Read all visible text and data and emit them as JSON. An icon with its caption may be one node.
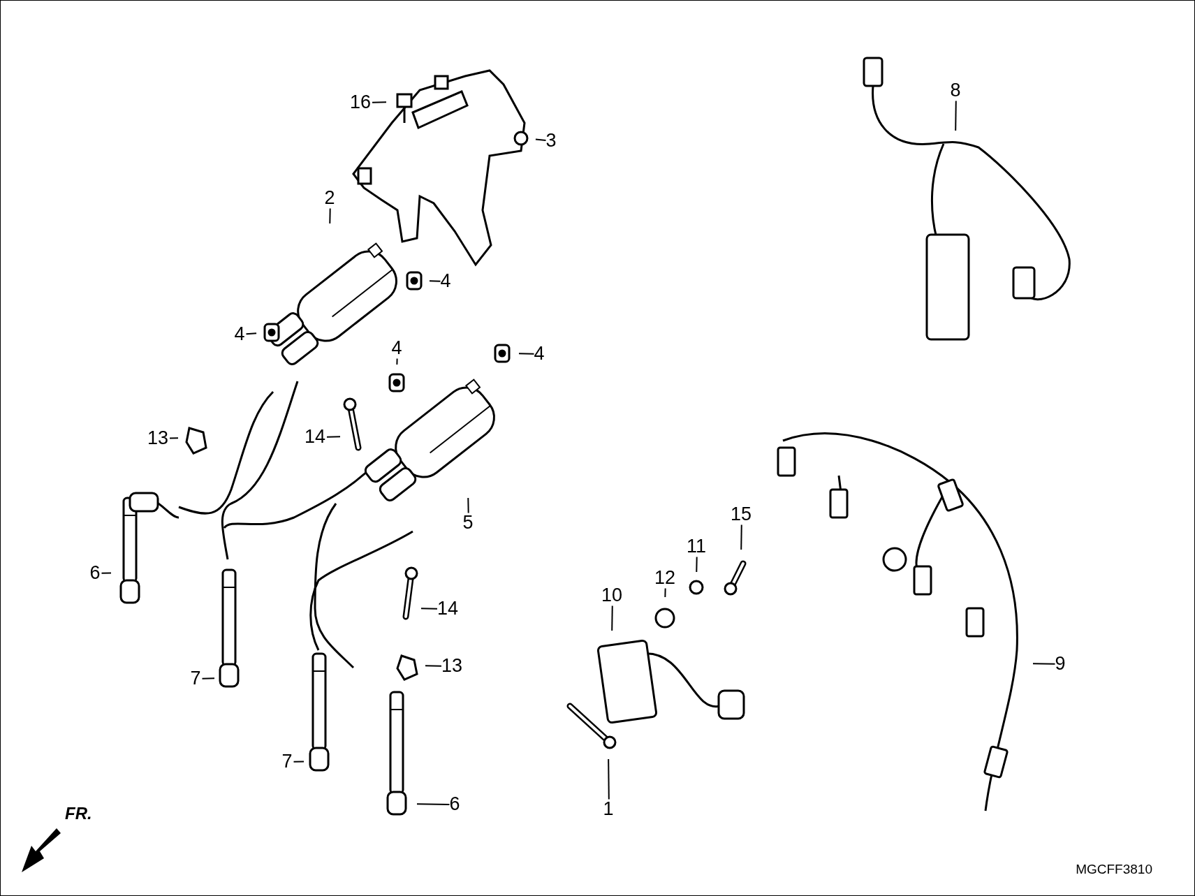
{
  "diagram": {
    "nodes": [
      {
        "text": [
          "8"
        ]
      },
      {
        "text": [
          "16"
        ]
      },
      {
        "text": [
          "3"
        ]
      },
      {
        "text": [
          "2"
        ]
      },
      {
        "text": [
          "4"
        ]
      },
      {
        "text": [
          "4"
        ]
      },
      {
        "text": [
          "4"
        ]
      },
      {
        "text": [
          "4"
        ]
      },
      {
        "text": [
          "13"
        ]
      },
      {
        "text": [
          "14"
        ]
      },
      {
        "text": [
          "5"
        ]
      },
      {
        "text": [
          "15"
        ]
      },
      {
        "text": [
          "6"
        ]
      },
      {
        "text": [
          "11"
        ]
      },
      {
        "text": [
          "12"
        ]
      },
      {
        "text": [
          "10"
        ]
      },
      {
        "text": [
          "14"
        ]
      },
      {
        "text": [
          "9"
        ]
      },
      {
        "text": [
          "13"
        ]
      },
      {
        "text": [
          "7"
        ]
      },
      {
        "text": [
          "7"
        ]
      },
      {
        "text": [
          "6"
        ]
      },
      {
        "text": [
          "1"
        ]
      }
    ],
    "edges": [
      {
        "from": 0,
        "to": null,
        "arrow": "none"
      },
      {
        "from": 1,
        "to": null,
        "arrow": "none"
      },
      {
        "from": 2,
        "to": null,
        "arrow": "none"
      },
      {
        "from": 3,
        "to": null,
        "arrow": "none"
      },
      {
        "from": 4,
        "to": null,
        "arrow": "none"
      },
      {
        "from": 5,
        "to": null,
        "arrow": "none"
      },
      {
        "from": 6,
        "to": null,
        "arrow": "none"
      },
      {
        "from": 7,
        "to": null,
        "arrow": "none"
      },
      {
        "from": 8,
        "to": null,
        "arrow": "none"
      },
      {
        "from": 9,
        "to": null,
        "arrow": "none"
      },
      {
        "from": 10,
        "to": null,
        "arrow": "none"
      },
      {
        "from": 11,
        "to": null,
        "arrow": "none"
      },
      {
        "from": 12,
        "to": null,
        "arrow": "none"
      },
      {
        "from": 13,
        "to": null,
        "arrow": "none"
      },
      {
        "from": 14,
        "to": null,
        "arrow": "none"
      },
      {
        "from": 15,
        "to": null,
        "arrow": "none"
      },
      {
        "from": 16,
        "to": null,
        "arrow": "none"
      },
      {
        "from": 17,
        "to": null,
        "arrow": "none"
      },
      {
        "from": 18,
        "to": null,
        "arrow": "none"
      },
      {
        "from": 19,
        "to": null,
        "arrow": "none"
      },
      {
        "from": 20,
        "to": null,
        "arrow": "none"
      },
      {
        "from": 21,
        "to": null,
        "arrow": "none"
      },
      {
        "from": 22,
        "to": null,
        "arrow": "none"
      }
    ],
    "labels": [
      "FR.",
      "MGCFF3810"
    ]
  }
}
